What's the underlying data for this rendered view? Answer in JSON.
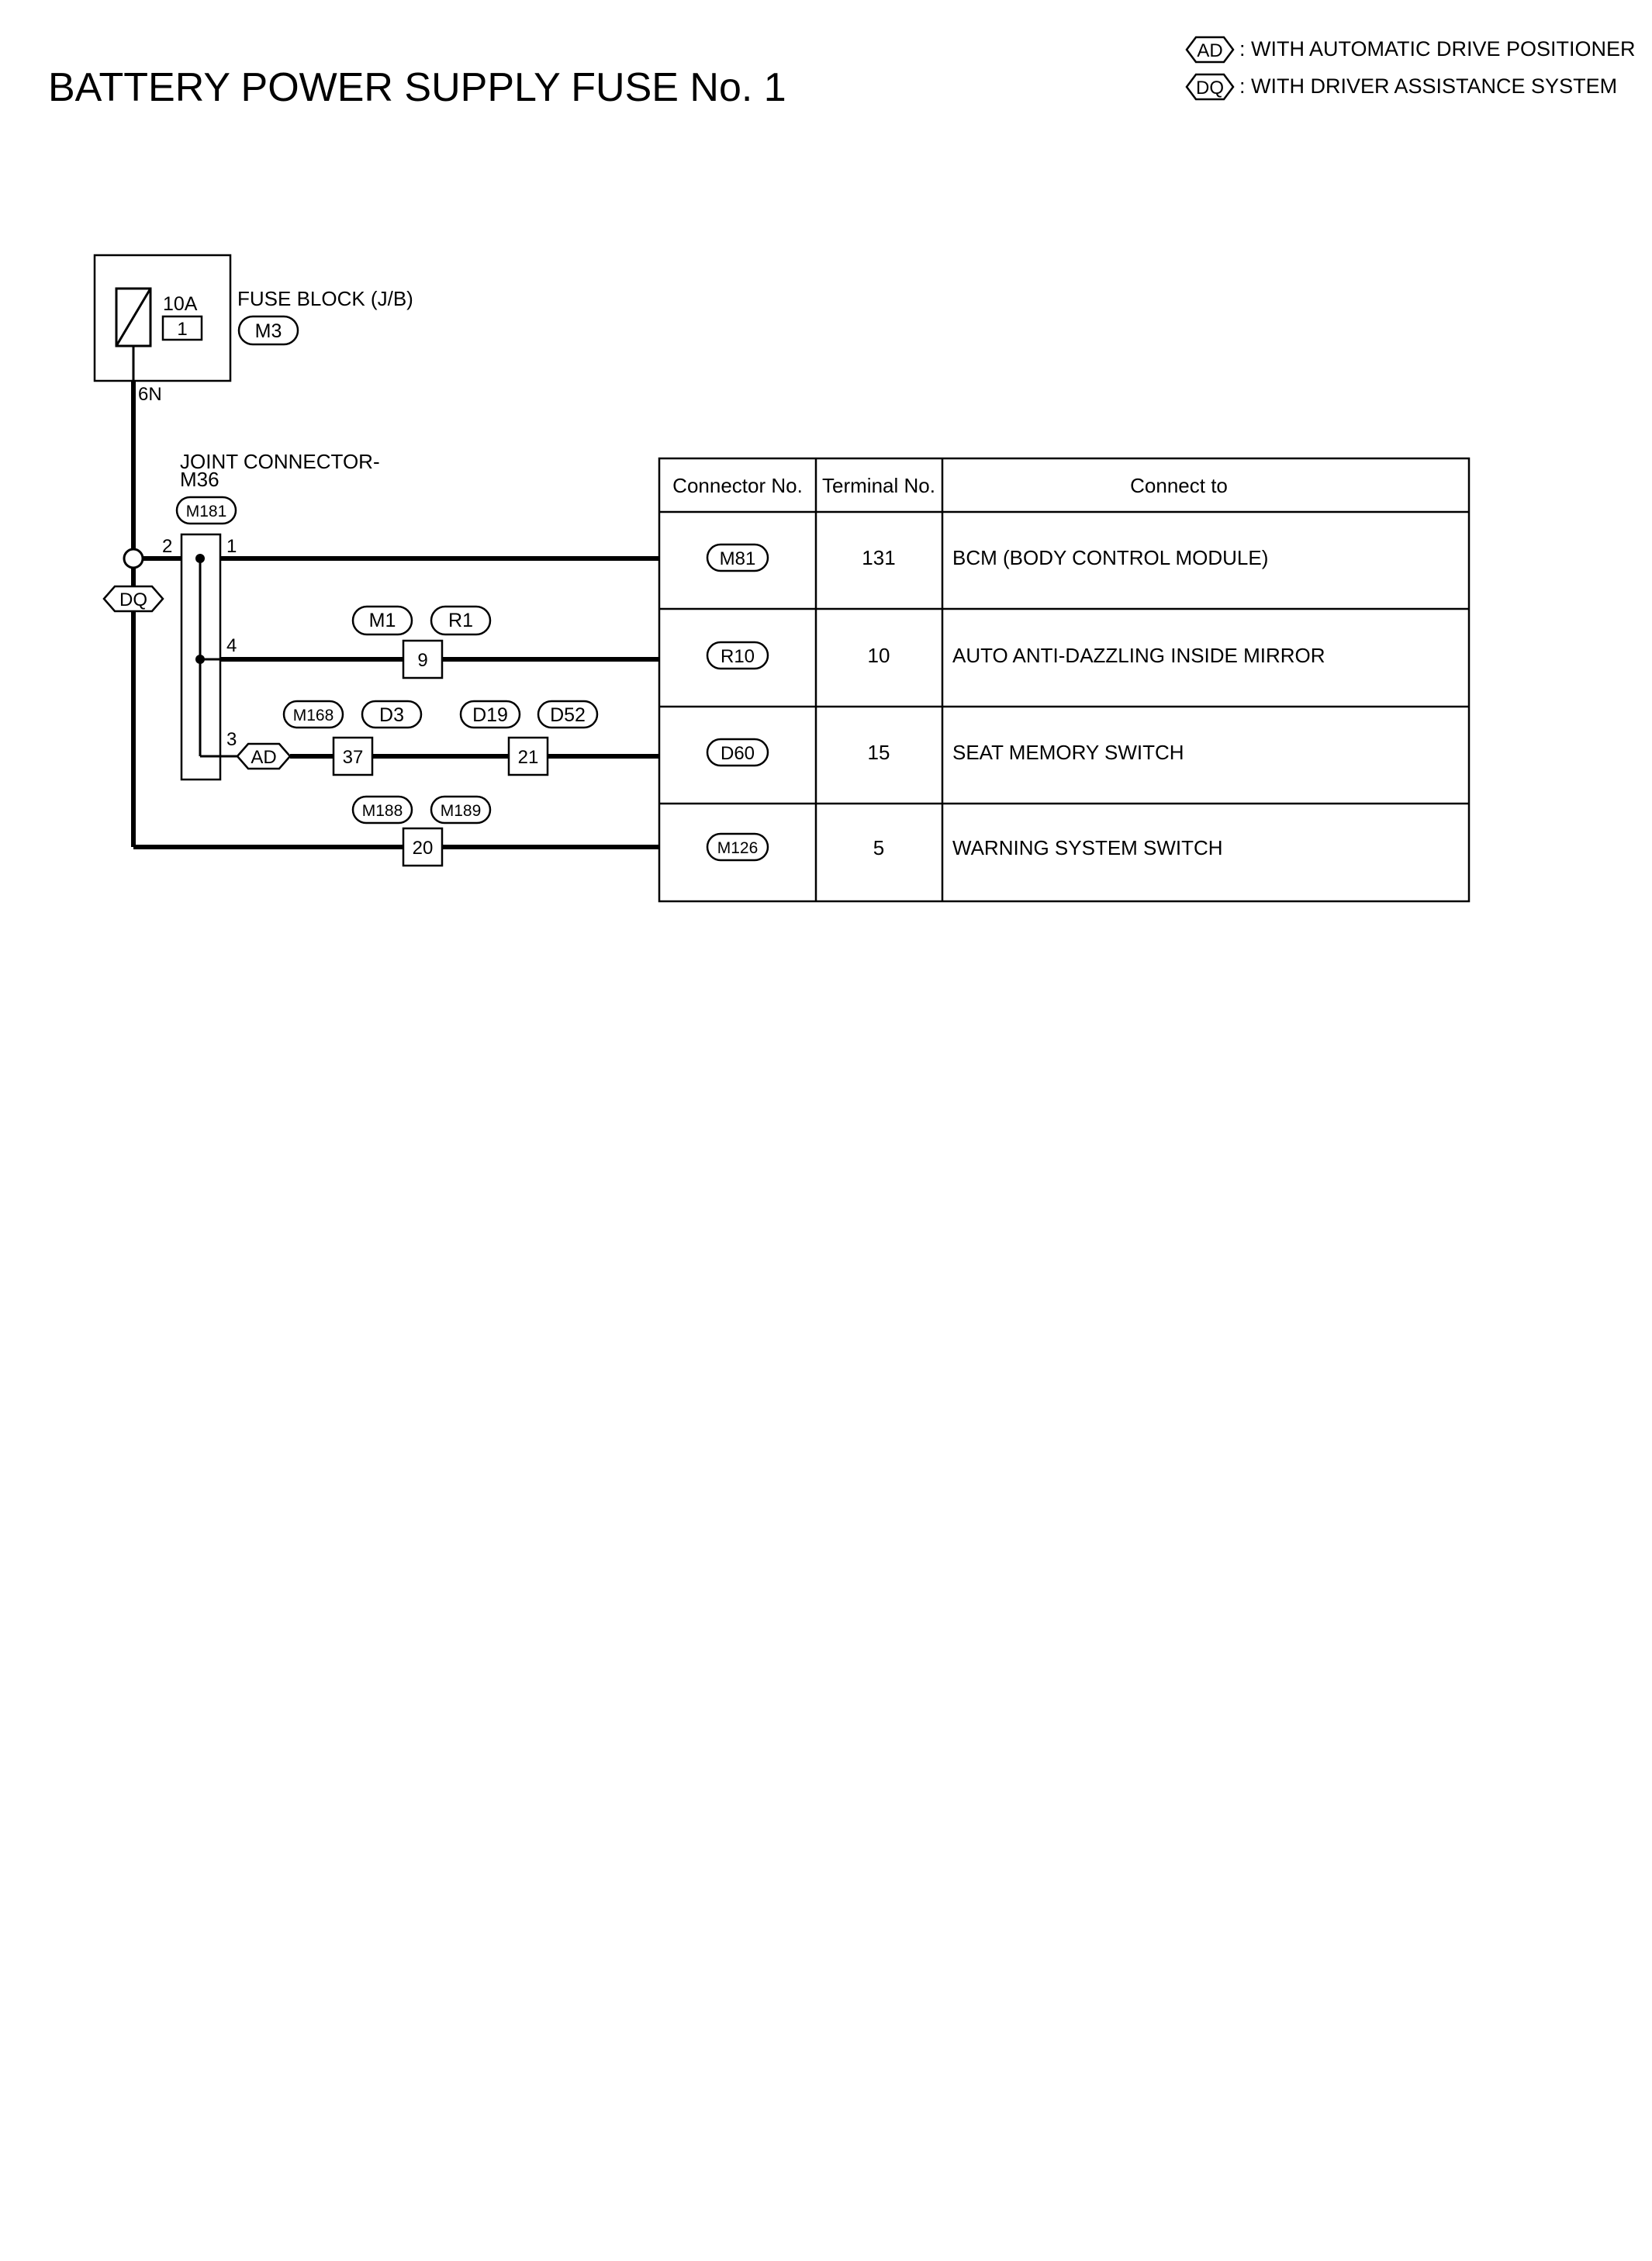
{
  "title": "BATTERY POWER SUPPLY FUSE No. 1",
  "legend": [
    {
      "code": "AD",
      "text": ": WITH AUTOMATIC DRIVE POSITIONER"
    },
    {
      "code": "DQ",
      "text": ": WITH DRIVER ASSISTANCE SYSTEM"
    }
  ],
  "fuse": {
    "rating": "10A",
    "number": "1",
    "label": "FUSE BLOCK (J/B)",
    "connector": "M3",
    "terminal": "6N"
  },
  "joint": {
    "label_line1": "JOINT CONNECTOR-",
    "label_line2": "M36",
    "connector": "M181",
    "pin_in": "2",
    "pins": [
      "1",
      "4",
      "3"
    ]
  },
  "options": {
    "dq": "DQ",
    "ad": "AD"
  },
  "inline": {
    "row2": {
      "connectors": [
        "M1",
        "R1"
      ],
      "pin": "9"
    },
    "row3a": {
      "connectors": [
        "M168",
        "D3"
      ],
      "pin": "37"
    },
    "row3b": {
      "connectors": [
        "D19",
        "D52"
      ],
      "pin": "21"
    },
    "row4": {
      "connectors": [
        "M188",
        "M189"
      ],
      "pin": "20"
    }
  },
  "table": {
    "headers": [
      "Connector No.",
      "Terminal No.",
      "Connect to"
    ],
    "rows": [
      {
        "connector": "M81",
        "terminal": "131",
        "to": "BCM (BODY CONTROL MODULE)"
      },
      {
        "connector": "R10",
        "terminal": "10",
        "to": "AUTO ANTI-DAZZLING INSIDE MIRROR"
      },
      {
        "connector": "D60",
        "terminal": "15",
        "to": "SEAT MEMORY SWITCH"
      },
      {
        "connector": "M126",
        "terminal": "5",
        "to": "WARNING SYSTEM SWITCH"
      }
    ]
  }
}
